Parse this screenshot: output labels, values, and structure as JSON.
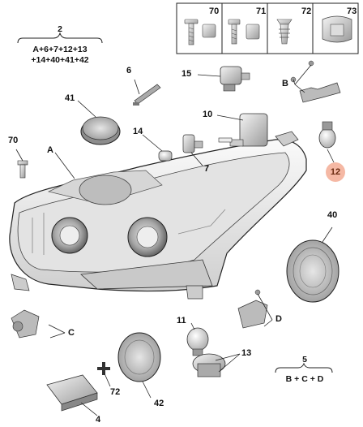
{
  "formulas": {
    "kit2": {
      "number": "2",
      "line1": "A+6+7+12+13",
      "line2": "+14+40+41+42"
    },
    "kit5": {
      "number": "5",
      "line1": "B + C + D"
    }
  },
  "fastener_box": [
    "70",
    "71",
    "72",
    "73"
  ],
  "callouts": {
    "l15": "15",
    "l6": "6",
    "lB1": "B",
    "l41": "41",
    "l10": "10",
    "l14": "14",
    "l70": "70",
    "lA": "A",
    "l7": "7",
    "l12": "12",
    "l40": "40",
    "l11": "11",
    "lD": "D",
    "lC": "C",
    "l13": "13",
    "l72": "72",
    "l42": "42",
    "l4": "4"
  },
  "highlight_color": "#f5b8a4"
}
